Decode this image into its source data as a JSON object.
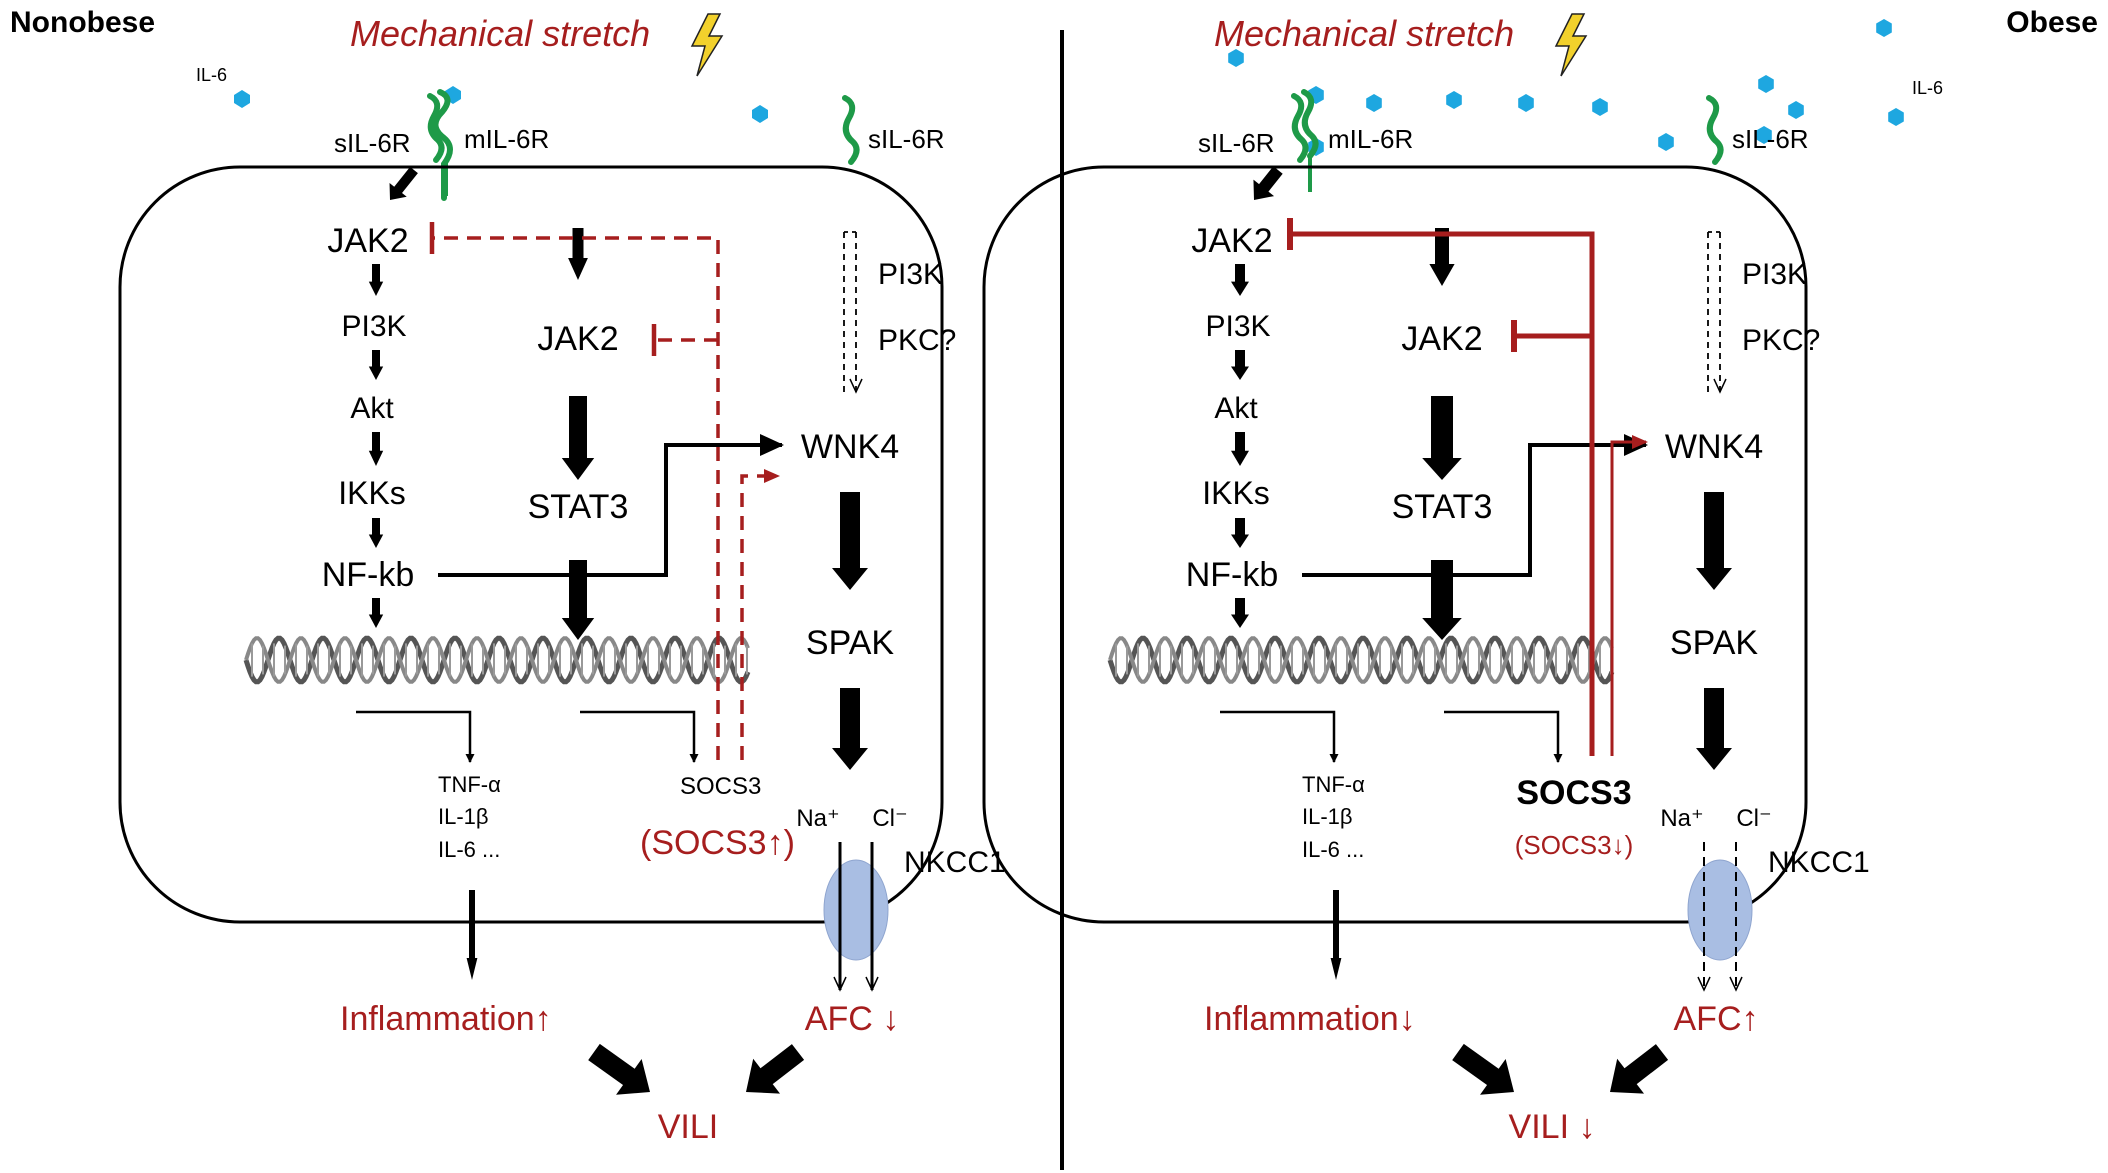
{
  "colors": {
    "red": "#A61E1E",
    "black": "#000000",
    "green": "#1E9A48",
    "il6_dot": "#1EA7E0",
    "nkcc1_fill": "#A9BEE3",
    "lightning": "#F2D12C"
  },
  "panels": {
    "left": {
      "condition": "Nonobese",
      "stimulus": "Mechanical stretch",
      "il6_label": "IL-6",
      "receptor_soluble_left": "sIL-6R",
      "receptor_membrane": "mIL-6R",
      "receptor_soluble_right": "sIL-6R",
      "nfkb_path": [
        "JAK2",
        "PI3K",
        "Akt",
        "IKKs",
        "NF-kb"
      ],
      "stat_path": [
        "JAK2",
        "STAT3"
      ],
      "wnk_path": [
        "PI3K",
        "PKC?",
        "WNK4",
        "SPAK"
      ],
      "cytokines": [
        "TNF-α",
        "IL-1β",
        "IL-6 ..."
      ],
      "socs3": "SOCS3",
      "socs3_change": "(SOCS3↑)",
      "na": "Na⁺",
      "cl": "Cl⁻",
      "transporter": "NKCC1",
      "inflammation": "Inflammation↑",
      "afc": "AFC ↓",
      "vili": "VILI"
    },
    "right": {
      "condition": "Obese",
      "stimulus": "Mechanical stretch",
      "il6_label": "IL-6",
      "receptor_soluble_left": "sIL-6R",
      "receptor_membrane": "mIL-6R",
      "receptor_soluble_right": "sIL-6R",
      "nfkb_path": [
        "JAK2",
        "PI3K",
        "Akt",
        "IKKs",
        "NF-kb"
      ],
      "stat_path": [
        "JAK2",
        "STAT3"
      ],
      "wnk_path": [
        "PI3K",
        "PKC?",
        "WNK4",
        "SPAK"
      ],
      "cytokines": [
        "TNF-α",
        "IL-1β",
        "IL-6 ..."
      ],
      "socs3": "SOCS3",
      "socs3_change": "(SOCS3↓)",
      "na": "Na⁺",
      "cl": "Cl⁻",
      "transporter": "NKCC1",
      "inflammation": "Inflammation↓",
      "afc": "AFC↑",
      "vili": "VILI ↓"
    }
  }
}
